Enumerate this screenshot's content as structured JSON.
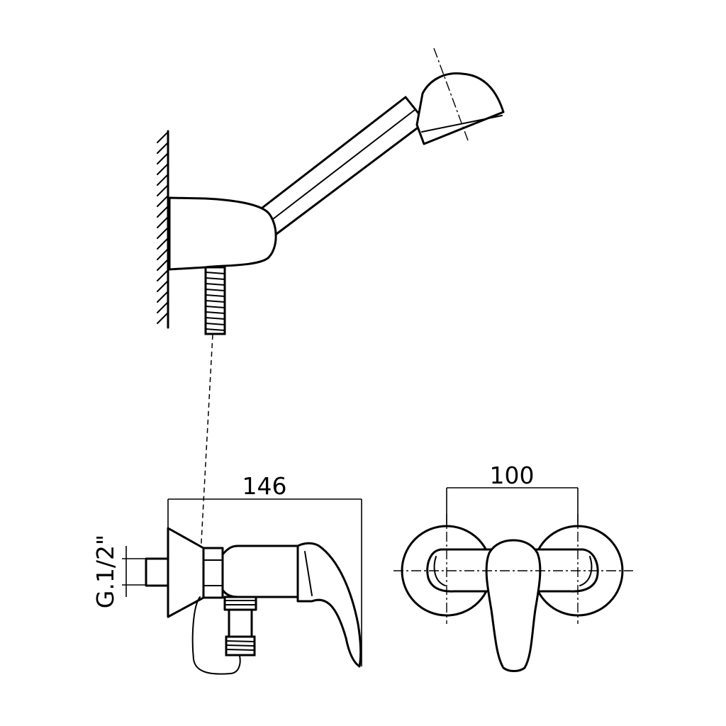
{
  "dimensions": {
    "overall_length": "146",
    "center_distance": "100",
    "thread": "G.1/2\""
  }
}
